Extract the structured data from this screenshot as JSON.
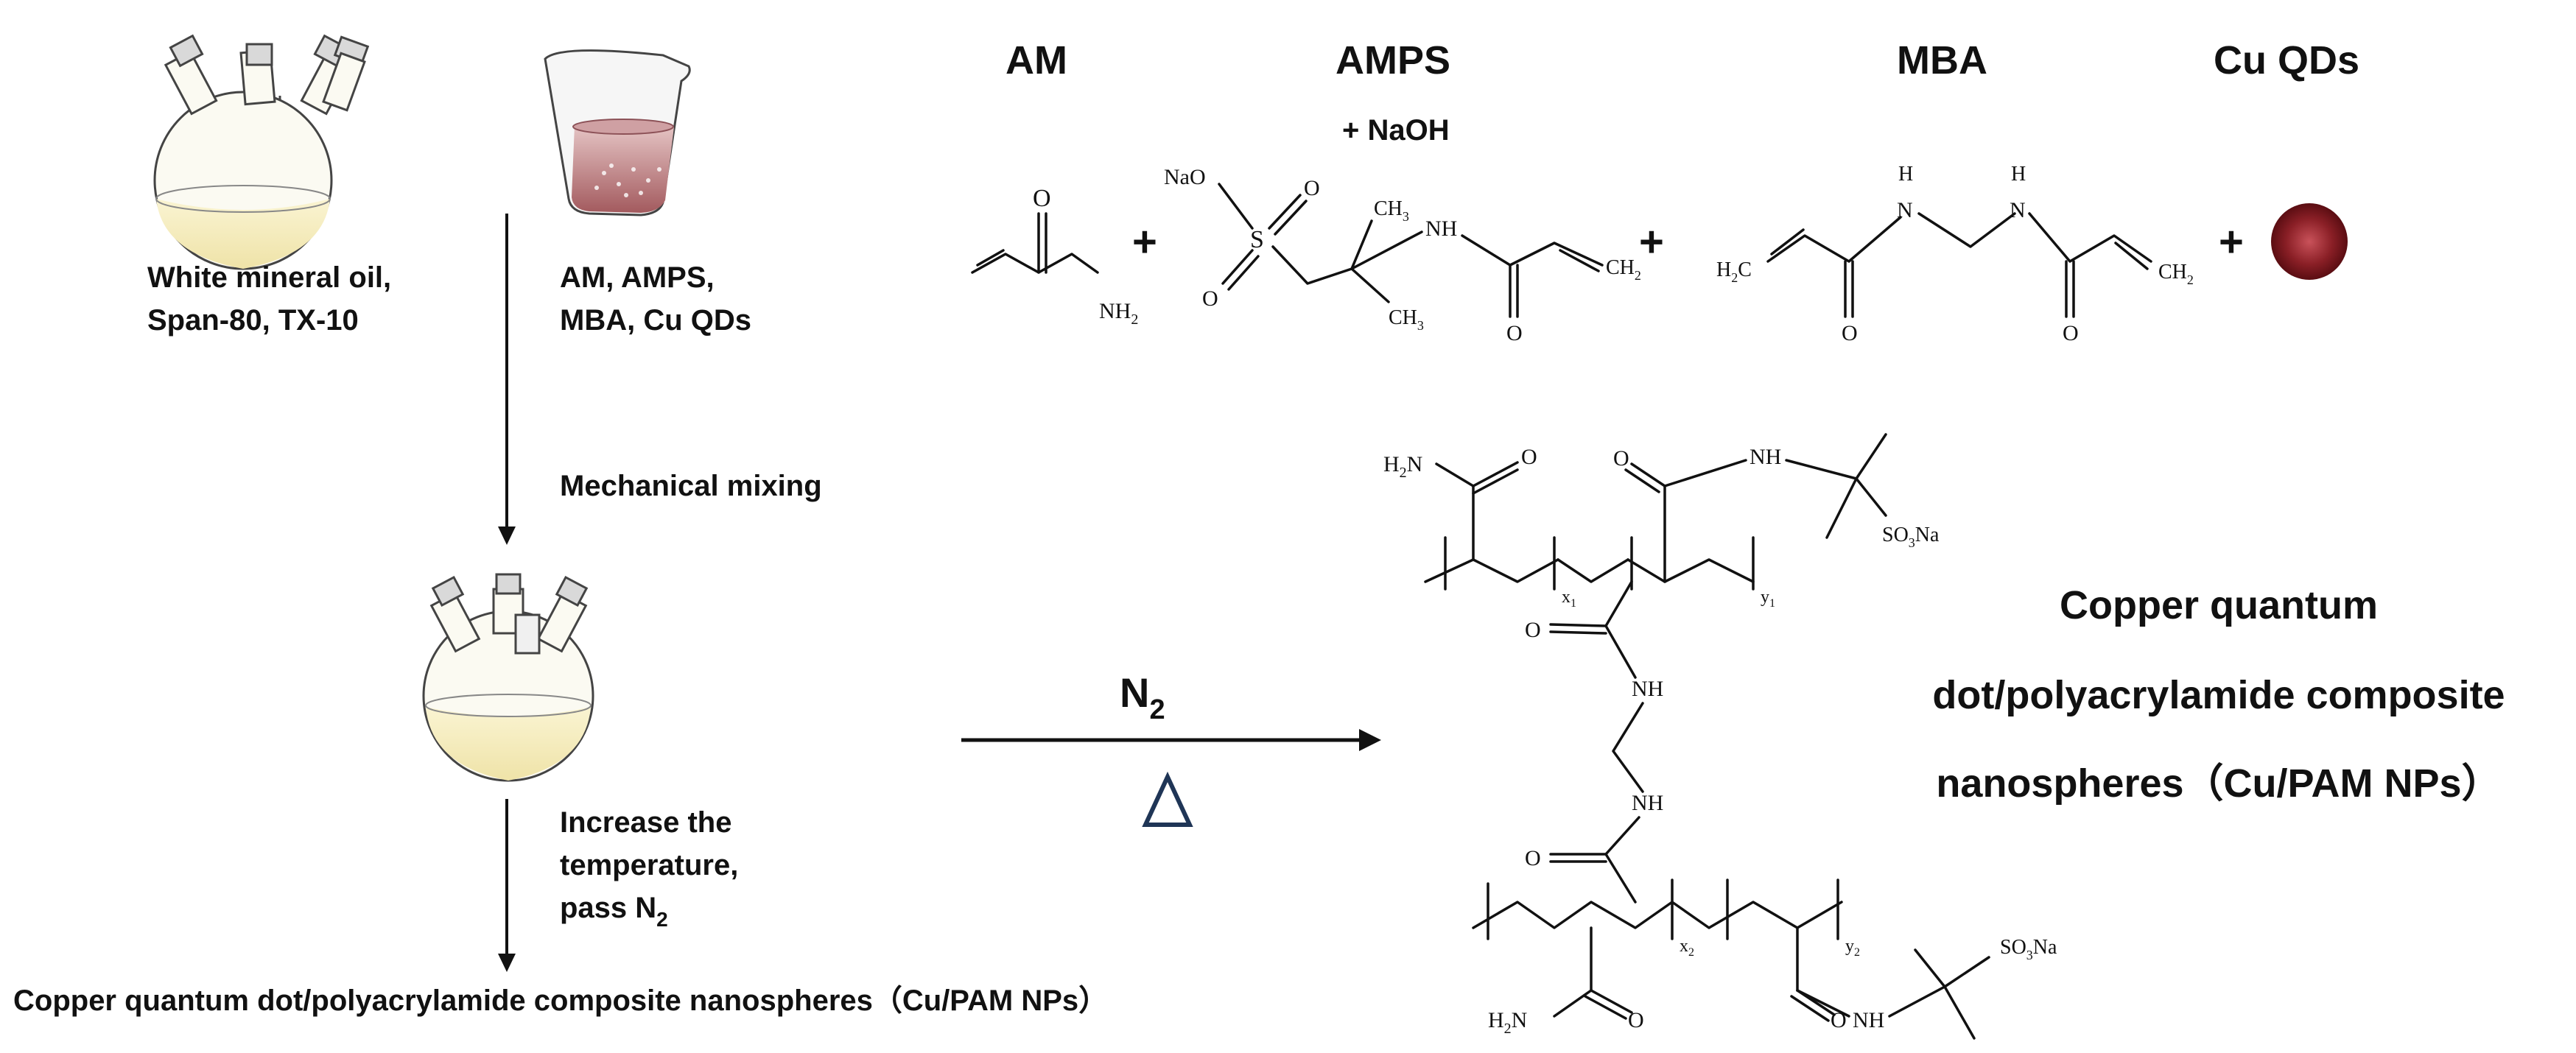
{
  "process": {
    "flask_label_line1": "White mineral oil,",
    "flask_label_line2": "Span-80, TX-10",
    "beaker_label_line1": "AM, AMPS,",
    "beaker_label_line2": "MBA, Cu QDs",
    "step1": "Mechanical mixing",
    "step2_line1": "Increase the",
    "step2_line2": "temperature,",
    "step2_line3": "pass N",
    "step2_sub": "2",
    "final_product": "Copper quantum dot/polyacrylamide composite nanospheres（Cu/PAM NPs）"
  },
  "reagents": {
    "am": "AM",
    "amps": "AMPS",
    "amps_note": "+ NaOH",
    "mba": "MBA",
    "cuqd": "Cu QDs",
    "plus": "+"
  },
  "reaction": {
    "gas": "N",
    "gas_sub": "2",
    "heat_symbol": "△"
  },
  "product": {
    "line1": "Copper quantum",
    "line2": "dot/polyacrylamide composite",
    "line3": "nanospheres（Cu/PAM NPs）"
  },
  "atoms": {
    "O": "O",
    "NH": "NH",
    "NH2": "NH",
    "two": "2",
    "NaO": "NaO",
    "S": "S",
    "CH3": "CH",
    "three": "3",
    "CH2": "CH",
    "H2C": "H",
    "H2C_tail": "C",
    "H": "H",
    "N": "N",
    "H2N": "H",
    "H2N_tail": "N",
    "SO3Na_a": "SO",
    "SO3Na_b": "Na",
    "x": "x",
    "y": "y",
    "one": "1"
  },
  "colors": {
    "qd_dark": "#5a0d12",
    "qd_light": "#c9525a",
    "oil": "#f6efc5",
    "heat_symbol": "#1f3556",
    "beaker_liquid": "#d9b3b3"
  }
}
